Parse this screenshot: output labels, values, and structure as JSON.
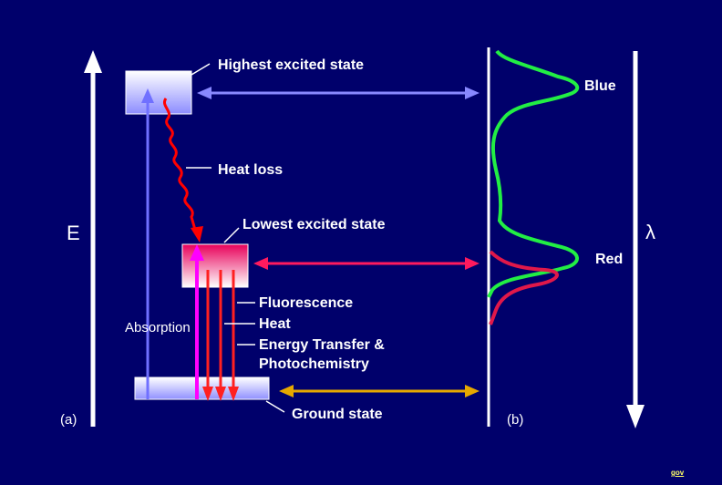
{
  "panel_a": {
    "label": "(a)",
    "axis_label": "E",
    "levels": {
      "highest": "Highest excited state",
      "lowest": "Lowest excited state",
      "ground": "Ground state"
    },
    "heat_loss": "Heat loss",
    "absorption": "Absorption",
    "processes": [
      "Fluorescence",
      "Heat",
      "Energy Transfer &",
      "Photochemistry"
    ]
  },
  "panel_b": {
    "label": "(b)",
    "axis_label": "λ",
    "band_blue": "Blue",
    "band_red": "Red"
  },
  "corner_mark": "gov",
  "colors": {
    "background": "#00006b",
    "absorption_arrow": "#7070ff",
    "heat_loss": "#ff0000",
    "fluorescence": "#ff00ff",
    "process_arrows": "#ff2020",
    "blue_link": "#8888ff",
    "red_link": "#ff1a5e",
    "ground_link": "#e6a800",
    "absorption_spectrum": "#22ee44",
    "emission_spectrum": "#e0184a"
  }
}
